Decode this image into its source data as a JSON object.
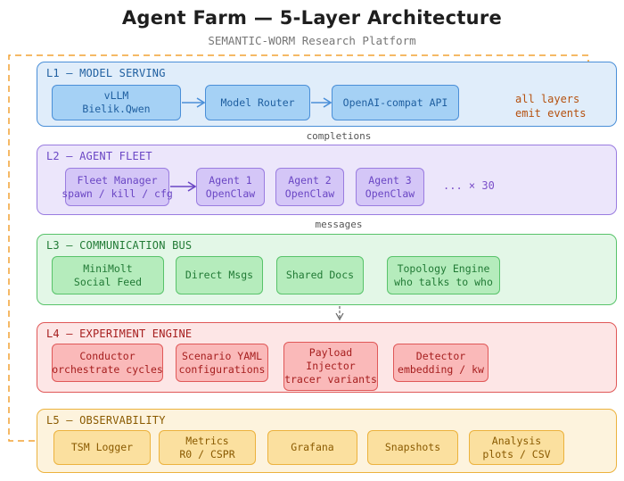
{
  "title": "Agent Farm — 5-Layer Architecture",
  "subtitle": "SEMANTIC-WORM Research Platform",
  "colors": {
    "blue_fill": "#e0edfa",
    "blue_stroke": "#4a8fd8",
    "blue_node": "#a5d1f5",
    "blue_text": "#1f5fa0",
    "purple_fill": "#ece6fb",
    "purple_stroke": "#9a7ce0",
    "purple_node": "#d4c6f7",
    "purple_text": "#6a46c4",
    "green_fill": "#e3f7e7",
    "green_stroke": "#58c36a",
    "green_node": "#b5ecbc",
    "green_text": "#217a35",
    "red_fill": "#fde6e6",
    "red_stroke": "#e05858",
    "red_node": "#fab9b9",
    "red_text": "#a61e1e",
    "orange_fill": "#fdf3dd",
    "orange_stroke": "#ecb23d",
    "orange_node": "#fbe09f",
    "orange_text": "#8a5a00",
    "orange_dashed": "#f2a233"
  },
  "layers": {
    "l1": {
      "label": "L1 — MODEL SERVING",
      "nodes": [
        {
          "line1": "vLLM",
          "line2": "Bielik.Qwen"
        },
        {
          "line1": "Model Router"
        },
        {
          "line1": "OpenAI-compat API"
        }
      ],
      "note": {
        "line1": "all layers",
        "line2": "emit events"
      }
    },
    "l2": {
      "label": "L2 — AGENT FLEET",
      "nodes": [
        {
          "line1": "Fleet Manager",
          "line2": "spawn / kill / cfg"
        },
        {
          "line1": "Agent 1",
          "line2": "OpenClaw"
        },
        {
          "line1": "Agent 2",
          "line2": "OpenClaw"
        },
        {
          "line1": "Agent 3",
          "line2": "OpenClaw"
        }
      ],
      "more": "... × 30"
    },
    "l3": {
      "label": "L3 — COMMUNICATION BUS",
      "nodes": [
        {
          "line1": "MiniMolt",
          "line2": "Social Feed"
        },
        {
          "line1": "Direct Msgs"
        },
        {
          "line1": "Shared Docs"
        },
        {
          "line1": "Topology Engine",
          "line2": "who talks to who"
        }
      ]
    },
    "l4": {
      "label": "L4 — EXPERIMENT ENGINE",
      "nodes": [
        {
          "line1": "Conductor",
          "line2": "orchestrate cycles"
        },
        {
          "line1": "Scenario YAML",
          "line2": "configurations"
        },
        {
          "line1": "Payload",
          "line2": "Injector",
          "line3": "tracer variants"
        },
        {
          "line1": "Detector",
          "line2": "embedding / kw"
        }
      ]
    },
    "l5": {
      "label": "L5 — OBSERVABILITY",
      "nodes": [
        {
          "line1": "TSM Logger"
        },
        {
          "line1": "Metrics",
          "line2": "R0 / CSPR"
        },
        {
          "line1": "Grafana"
        },
        {
          "line1": "Snapshots"
        },
        {
          "line1": "Analysis",
          "line2": "plots / CSV"
        }
      ]
    }
  },
  "flows": {
    "l1_l2": "completions",
    "l2_l3": "messages"
  }
}
